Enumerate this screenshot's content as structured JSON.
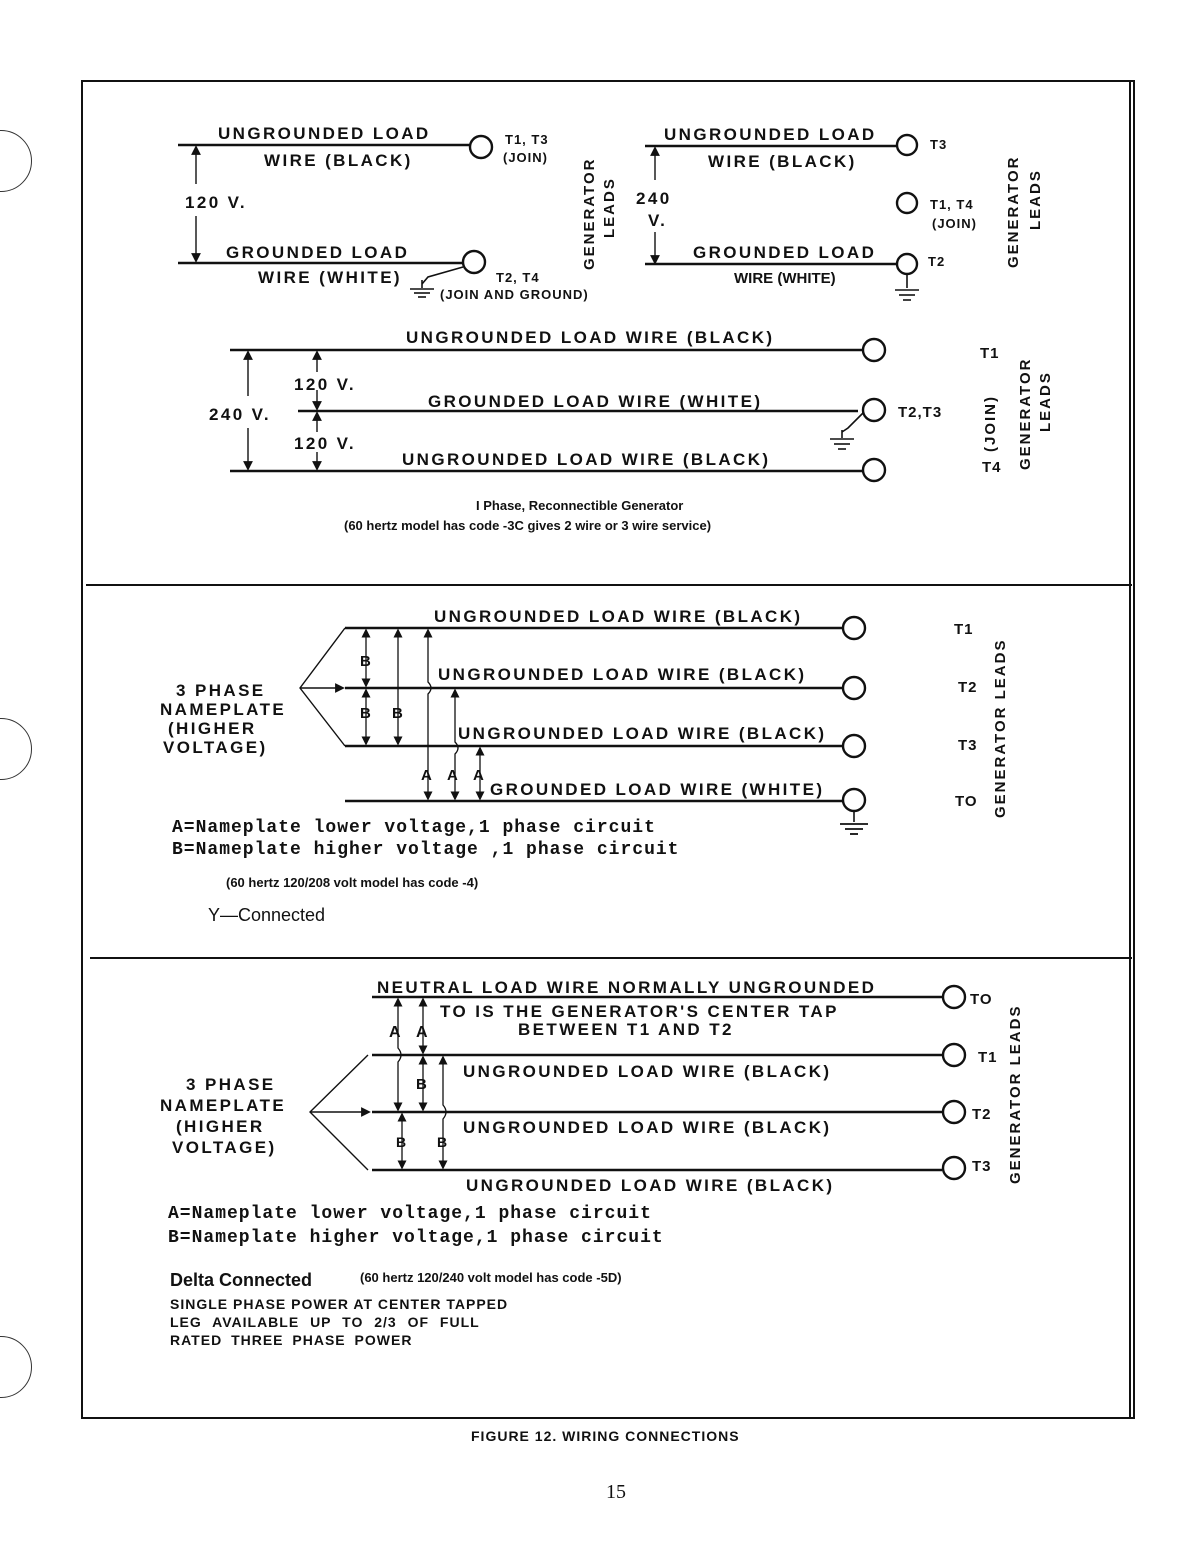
{
  "panel1": {
    "left": {
      "top_wire_1": "UNGROUNDED LOAD",
      "top_wire_2": "WIRE  (BLACK)",
      "term_top": "T1, T3",
      "term_top_join": "(JOIN)",
      "voltage": "120 V.",
      "bottom_wire_1": "GROUNDED LOAD",
      "bottom_wire_2": "WIRE (WHITE)",
      "term_bottom": "T2, T4",
      "term_bottom_join": "(JOIN AND GROUND)",
      "leads_1": "GENERATOR",
      "leads_2": "LEADS"
    },
    "right": {
      "top_wire_1": "UNGROUNDED LOAD",
      "top_wire_2": "WIRE  (BLACK)",
      "term_top": "T3",
      "voltage_1": "240",
      "voltage_2": "V.",
      "term_mid": "T1, T4",
      "term_mid_join": "(JOIN)",
      "bottom_wire_1": "GROUNDED LOAD",
      "bottom_wire_2": "WIRE (WHITE)",
      "term_bottom": "T2",
      "leads_1": "GENERATOR",
      "leads_2": "LEADS"
    },
    "three_wire": {
      "wire_top": "UNGROUNDED LOAD WIRE (BLACK)",
      "wire_mid": "GROUNDED LOAD WIRE (WHITE)",
      "wire_bottom": "UNGROUNDED LOAD WIRE   (BLACK)",
      "v_total": "240 V.",
      "v_upper": "120 V.",
      "v_lower": "120 V.",
      "term_top": "T1",
      "term_mid": "T2,T3",
      "term_bottom": "T4",
      "join": "(JOIN)",
      "leads_1": "GENERATOR",
      "leads_2": "LEADS"
    },
    "caption_1": "I Phase, Reconnectible Generator",
    "caption_2": "(60 hertz model has code -3C  gives 2 wire or 3 wire service)"
  },
  "panel2": {
    "wire_1": "UNGROUNDED LOAD WIRE (BLACK)",
    "wire_2": "UNGROUNDED LOAD WIRE (BLACK)",
    "wire_3": "UNGROUNDED LOAD WIRE (BLACK)",
    "wire_4": "GROUNDED LOAD WIRE (WHITE)",
    "nameplate": [
      "3 PHASE",
      "NAMEPLATE",
      "(HIGHER",
      "VOLTAGE)"
    ],
    "mark_b": "B",
    "mark_a": "A",
    "term_1": "T1",
    "term_2": "T2",
    "term_3": "T3",
    "term_4": "TO",
    "leads": "GENERATOR LEADS",
    "legend_a": "A=Nameplate lower  voltage,1 phase circuit",
    "legend_b": "B=Nameplate higher voltage ,1 phase circuit",
    "code_note": "(60 hertz 120/208 volt model has code -4)",
    "connection": "Y—Connected"
  },
  "panel3": {
    "neutral_wire": "NEUTRAL LOAD WIRE NORMALLY UNGROUNDED",
    "tap_note_1": "TO IS THE GENERATOR'S CENTER TAP",
    "tap_note_2": "BETWEEN T1 AND T2",
    "wire_1": "UNGROUNDED LOAD WIRE (BLACK)",
    "wire_2": "UNGROUNDED LOAD WIRE (BLACK)",
    "wire_3": "UNGROUNDED LOAD WIRE (BLACK)",
    "nameplate": [
      "3 PHASE",
      "NAMEPLATE",
      "(HIGHER",
      "VOLTAGE)"
    ],
    "mark_a": "A",
    "mark_b": "B",
    "term_0": "TO",
    "term_1": "T1",
    "term_2": "T2",
    "term_3": "T3",
    "leads": "GENERATOR LEADS",
    "legend_a": "A=Nameplate lower voltage,1 phase circuit",
    "legend_b": "B=Nameplate higher voltage,1 phase circuit",
    "connection": "Delta Connected",
    "code_note": "(60 hertz 120/240 volt model has code -5D)",
    "note_1": "SINGLE PHASE POWER AT CENTER TAPPED",
    "note_2": "LEG  AVAILABLE  UP  TO  2/3  OF  FULL",
    "note_3": "RATED  THREE  PHASE  POWER"
  },
  "figure_caption": "FIGURE 12.  WIRING CONNECTIONS",
  "page_number": "15"
}
